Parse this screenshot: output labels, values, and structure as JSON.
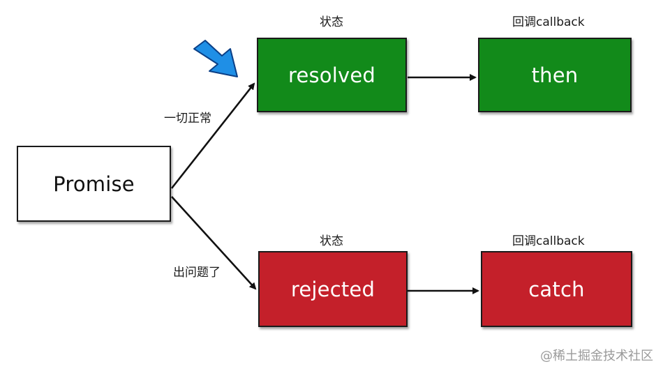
{
  "nodes": {
    "promise": "Promise",
    "resolved": "resolved",
    "then": "then",
    "rejected": "rejected",
    "catch": "catch"
  },
  "labels": {
    "state_top": "状态",
    "callback_top": "回调callback",
    "state_bottom": "状态",
    "callback_bottom": "回调callback",
    "edge_success": "一切正常",
    "edge_failure": "出问题了"
  },
  "watermark": "@稀土掘金技术社区",
  "colors": {
    "success": "#128a1a",
    "failure": "#c4202a",
    "pointer": "#1f8fe6"
  },
  "icons": {
    "pointer": "cursor-arrow-icon"
  }
}
